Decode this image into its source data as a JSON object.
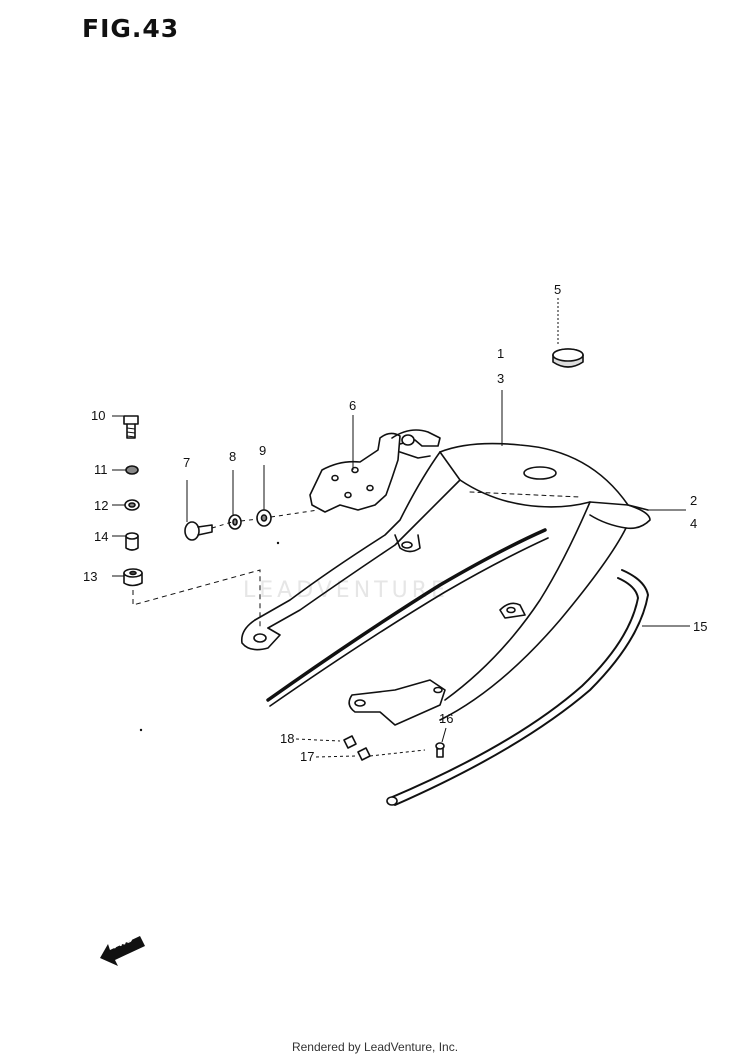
{
  "title": "FIG.43",
  "watermark": "LEADVENTURE",
  "footer": "Rendered by LeadVenture, Inc.",
  "fwd_label": "FWD",
  "callouts": {
    "c1": "1",
    "c2": "2",
    "c3": "3",
    "c4": "4",
    "c5": "5",
    "c6": "6",
    "c7": "7",
    "c8": "8",
    "c9": "9",
    "c10": "10",
    "c11": "11",
    "c12": "12",
    "c13": "13",
    "c14": "14",
    "c15": "15",
    "c16": "16",
    "c17": "17",
    "c18": "18"
  }
}
